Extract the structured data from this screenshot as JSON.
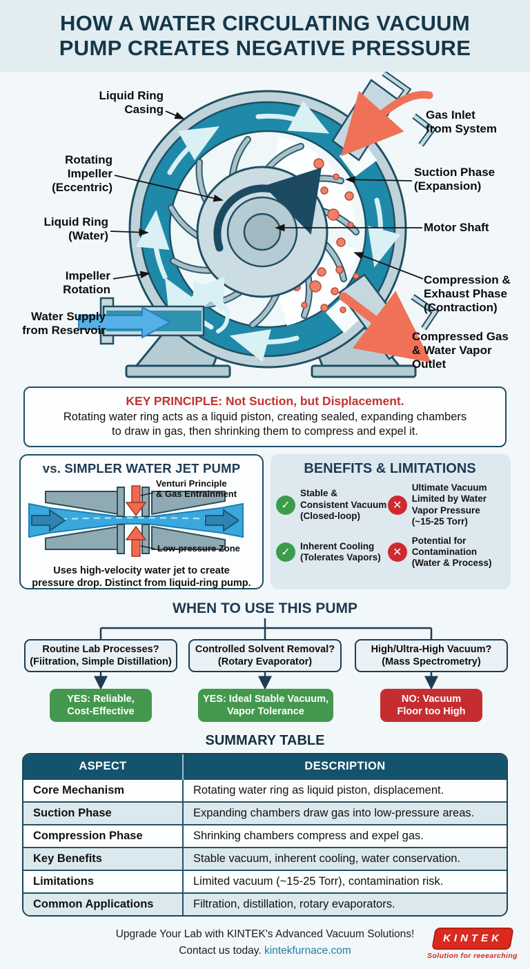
{
  "title": {
    "line1": "HOW A WATER CIRCULATING VACUUM",
    "line2": "PUMP CREATES NEGATIVE PRESSURE"
  },
  "pump": {
    "labels": {
      "liquid_ring_casing": "Liquid Ring\nCasing",
      "rotating_impeller": "Rotating\nImpeller\n(Eccentric)",
      "liquid_ring_water": "Liquid Ring\n(Water)",
      "impeller_rotation": "Impeller\nRotation",
      "water_supply": "Water Supply\nfrom Reservoir",
      "gas_inlet": "Gas Inlet\nfrom System",
      "suction_phase": "Suction Phase\n(Expansion)",
      "motor_shaft": "Motor Shaft",
      "compression_phase": "Compression &\nExhaust Phase\n(Contraction)",
      "compressed_outlet": "Compressed Gas\n& Water Vapor\nOutlet"
    }
  },
  "key_principle": {
    "heading": "KEY PRINCIPLE: Not Suction, but Displacement.",
    "body": "Rotating water ring acts as a liquid piston, creating sealed, expanding chambers\nto draw in gas, then shrinking them to compress and expel it."
  },
  "jet_pump": {
    "title": "vs. SIMPLER WATER JET PUMP",
    "label_top": "Venturi Principle\n& Gas Entrainment",
    "label_bottom": "Low-pressure Zone",
    "caption": "Uses high-velocity water jet to create\npressure drop. Distinct from liquid-ring pump."
  },
  "benefits": {
    "title": "BENEFITS & LIMITATIONS",
    "items": [
      {
        "type": "pro",
        "icon": "check-icon",
        "text": "Stable &\nConsistent Vacuum\n(Closed-loop)"
      },
      {
        "type": "con",
        "icon": "cross-icon",
        "text": "Ultimate Vacuum\nLimited by Water\nVapor Pressure\n(~15-25 Torr)"
      },
      {
        "type": "pro",
        "icon": "check-icon",
        "text": "Inherent Cooling\n(Tolerates Vapors)"
      },
      {
        "type": "con",
        "icon": "cross-icon",
        "text": "Potential for\nContamination\n(Water & Process)"
      }
    ]
  },
  "when_to_use": {
    "title": "WHEN TO USE THIS PUMP",
    "branches": [
      {
        "question": "Routine Lab Processes?\n(Fiitration, Simple Distillation)",
        "answer": "YES: Reliable,\nCost-Effective",
        "verdict": "yes"
      },
      {
        "question": "Controlled Solvent Removal?\n(Rotary Evaporator)",
        "answer": "YES: Ideal Stable Vacuum,\nVapor Tolerance",
        "verdict": "yes"
      },
      {
        "question": "High/Ultra-High Vacuum?\n(Mass Spectrometry)",
        "answer": "NO: Vacuum\nFloor too High",
        "verdict": "no"
      }
    ]
  },
  "summary_table": {
    "title": "SUMMARY TABLE",
    "headers": [
      "ASPECT",
      "DESCRIPTION"
    ],
    "rows": [
      [
        "Core Mechanism",
        "Rotating water ring as liquid piston, displacement."
      ],
      [
        "Suction Phase",
        "Expanding chambers draw gas into low-pressure areas."
      ],
      [
        "Compression Phase",
        "Shrinking chambers compress and expel gas."
      ],
      [
        "Key Benefits",
        "Stable vacuum, inherent cooling, water conservation."
      ],
      [
        "Limitations",
        "Limited vacuum (~15-25 Torr), contamination risk."
      ],
      [
        "Common Applications",
        "Filtration, distillation, rotary evaporators."
      ]
    ]
  },
  "footer": {
    "line1": "Upgrade Your Lab with KINTEK's Advanced Vacuum Solutions!",
    "contact_prefix": "Contact us today.",
    "link": "kintekfurnace.com",
    "logo_text": "KINTEK",
    "logo_tagline": "Solution for reeearching"
  },
  "colors": {
    "accent_teal": "#1e89a8",
    "dark_navy": "#1d3c52",
    "red": "#c2332f",
    "green": "#3d9c4b",
    "coral": "#ef7258",
    "table_header": "#14536d"
  }
}
